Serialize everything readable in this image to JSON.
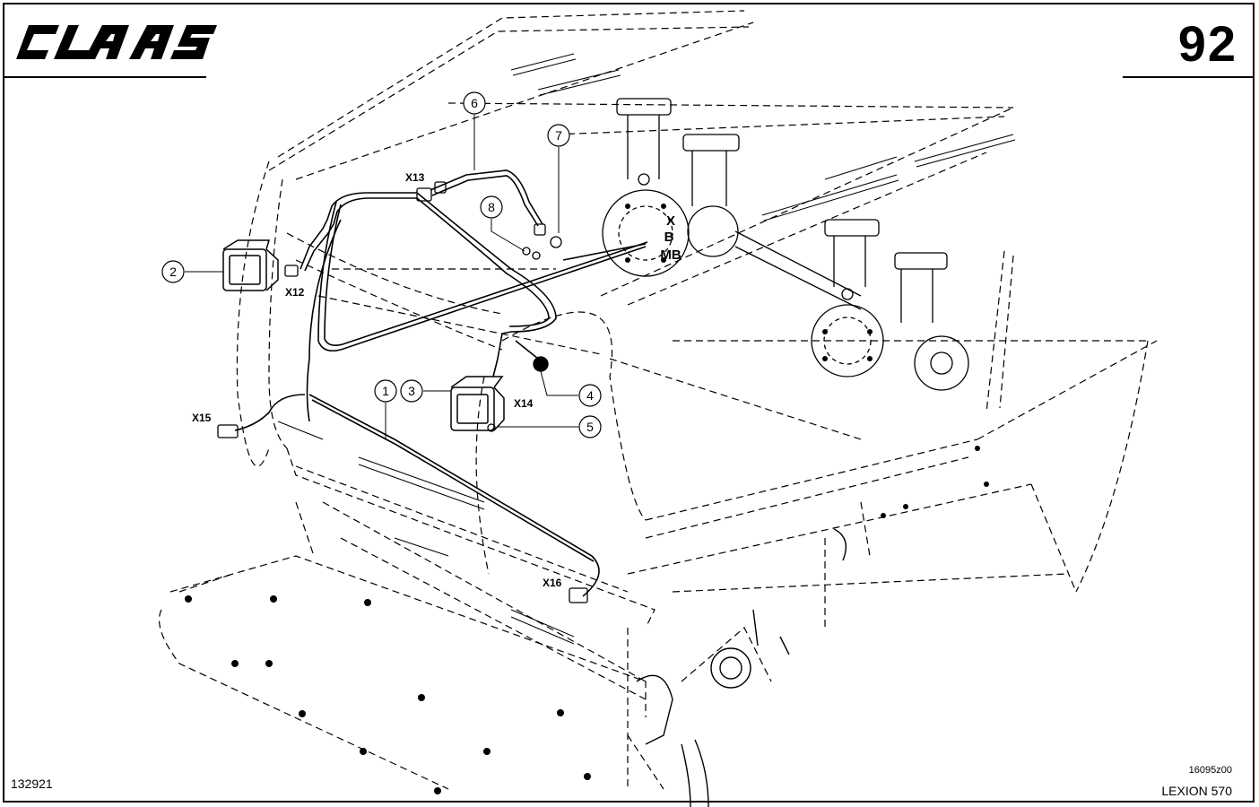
{
  "header": {
    "brand": "CLAAS",
    "page_number": "92"
  },
  "footer": {
    "document_number": "132921",
    "drawing_number": "16095z00",
    "model": "LEXION 570"
  },
  "callouts": [
    "1",
    "2",
    "3",
    "4",
    "5",
    "6",
    "7",
    "8"
  ],
  "connectors": [
    "X12",
    "X13",
    "X14",
    "X15",
    "X16"
  ],
  "labels": {
    "x": "X",
    "b": "B",
    "mb": "MB"
  }
}
